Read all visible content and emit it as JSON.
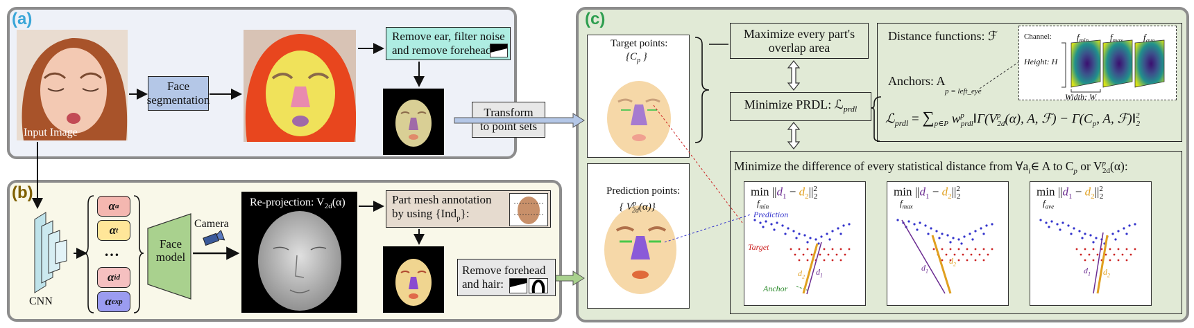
{
  "sections": {
    "a": "(a)",
    "b": "(b)",
    "c": "(c)"
  },
  "panel_a": {
    "input_image_label": "Input Image",
    "face_segmentation": "Face segmentation",
    "remove_ear_line1": "Remove ear, filter noise",
    "remove_ear_line2": "and remove forehead:",
    "transform_line1": "Transform",
    "transform_line2": "to point sets"
  },
  "panel_b": {
    "cnn_label": "CNN",
    "alpha_a": "α",
    "alpha_a_sub": "a",
    "alpha_t": "α",
    "alpha_t_sub": "t",
    "dots": "…",
    "alpha_id": "α",
    "alpha_id_sub": "id",
    "alpha_exp": "α",
    "alpha_exp_sub": "exp",
    "face_model": "Face model",
    "camera": "Camera",
    "reprojection": "Re-projection: V",
    "reprojection_sub": "2d",
    "reprojection_arg": "(α)",
    "part_mesh_line1": "Part mesh annotation",
    "part_mesh_line2": "by using {Ind",
    "part_mesh_sub": "p",
    "part_mesh_end": "}:",
    "remove_forehead_line1": "Remove forehead",
    "remove_forehead_line2": "and hair:"
  },
  "panel_c": {
    "target_points": "Target points:",
    "target_set": "{C",
    "target_set_sub": "p",
    "target_set_end": " }",
    "prediction_points": "Prediction points:",
    "prediction_set": "{ V",
    "prediction_set_sup": "p",
    "prediction_set_sub": "2d",
    "prediction_set_end": "(α)}",
    "maximize_line1": "Maximize every part's",
    "maximize_line2": "overlap area",
    "minimize_prdl": "Minimize PRDL: ℒ",
    "minimize_prdl_sub": "prdl",
    "distance_functions": "Distance functions: ℱ",
    "anchors": "Anchors: A",
    "p_left_eye": "p = left_eye",
    "channel": "Channel:",
    "height": "Height: H",
    "width": "Width: W",
    "f_min": "f",
    "f_min_sub": "min",
    "f_max": "f",
    "f_max_sub": "max",
    "f_ave": "f",
    "f_ave_sub": "ave",
    "formula_lhs": "ℒ",
    "formula_lhs_sub": "prdl",
    "formula_eq": "=",
    "formula_sum": "∑",
    "formula_sum_sub": "p∈P",
    "formula_w": "w",
    "formula_w_sup": "p",
    "formula_w_sub": "prdl",
    "formula_body1": "‖Γ(V",
    "formula_body1_sup": "p",
    "formula_body1_sub": "2d",
    "formula_body2": "(α), A, ℱ) − Γ(C",
    "formula_body2_sub": "p",
    "formula_body3": ", A, ℱ)‖",
    "formula_norm_sup": "2",
    "formula_norm_sub": "2",
    "minimize_diff": "Minimize the difference of every statistical distance from ∀a",
    "minimize_diff_sub": "i",
    "minimize_diff_mid": "∈ A to C",
    "minimize_diff_sub2": "p",
    "minimize_diff_or": " or V",
    "minimize_diff_sup3": "p",
    "minimize_diff_sub3": "2d",
    "minimize_diff_end": "(α):",
    "plot_min": "min",
    "plot_norm_open": "||",
    "plot_d1": "d",
    "plot_d1_sub": "1",
    "plot_minus": " − ",
    "plot_d2": "d",
    "plot_d2_sub": "2",
    "plot_norm_close": "||",
    "plot_norm_sup": "2",
    "plot_norm_sub": "2",
    "fmin_label": "f",
    "fmin_label_sub": "min",
    "fmax_label": "f",
    "fmax_label_sub": "max",
    "fave_label": "f",
    "fave_label_sub": "ave",
    "prediction_tag": "Prediction",
    "target_tag": "Target",
    "anchor_tag": "Anchor",
    "d1_tag": "d",
    "d1_tag_sub": "1",
    "d2_tag": "d",
    "d2_tag_sub": "2"
  },
  "colors": {
    "panel_a_bg": "#eef1f8",
    "panel_b_bg": "#f9f8e9",
    "panel_c_bg": "#ffffff",
    "green_box": "#e1ead6",
    "blue_box": "#b4c7e7",
    "cyan_box": "#aeede2",
    "tan_box": "#e6dbcf",
    "face_model_green": "#a9d18e",
    "alpha_a": "#f4b7b0",
    "alpha_t": "#ffe699",
    "alpha_id": "#f5c0c0",
    "alpha_exp": "#9b9cf0",
    "label_a": "#3aa6d8",
    "label_b": "#7f6000",
    "label_c": "#2e9e4f",
    "d1_color": "#6b2c91",
    "d2_color": "#e0a020",
    "prediction_color": "#3333cc",
    "target_color": "#cc2222",
    "anchor_color": "#2a8a2a"
  }
}
